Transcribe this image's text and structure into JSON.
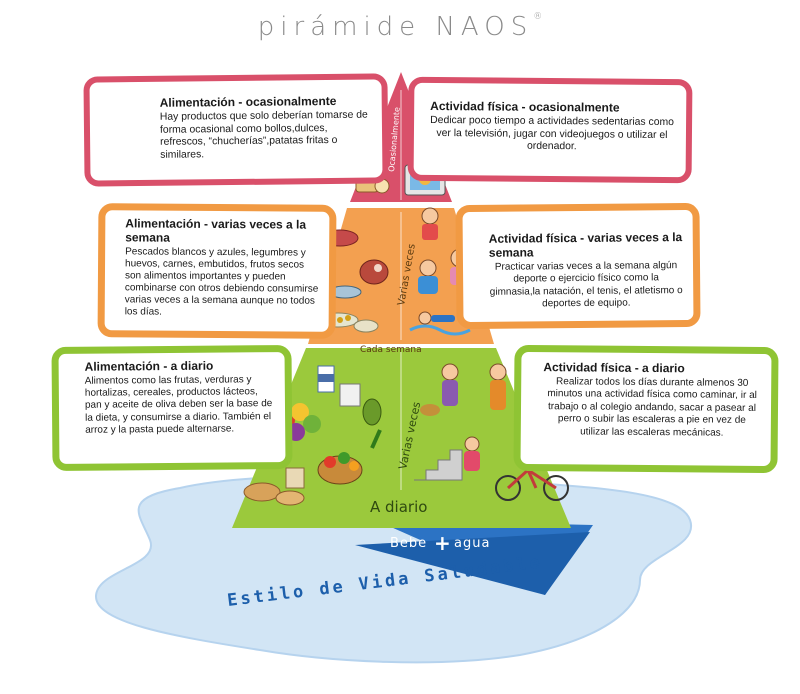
{
  "title": "pirámide NAOS",
  "title_mark": "®",
  "colors": {
    "pink": "#d9506a",
    "orange": "#f19a43",
    "green": "#8fc434",
    "water": "#2c73c4",
    "puddle": "#d2e5f5"
  },
  "sections": {
    "occasional": {
      "food_title": "Alimentación - ocasionalmente",
      "food_text": "Hay productos que solo deberían tomarse de forma ocasional como bollos,dulces, refrescos, “chucherías”,patatas fritas o similares.",
      "activity_title": "Actividad física - ocasionalmente",
      "activity_text": "Dedicar poco tiempo a actividades sedentarias como ver la televisión, jugar con videojuegos o utilizar el ordenador.",
      "tier_label": "Ocasionalmente"
    },
    "weekly": {
      "food_title": "Alimentación - varias veces a la semana",
      "food_text": "Pescados blancos y azules, legumbres y huevos, carnes, embutidos, frutos secos son alimentos importantes y pueden combinarse con otros debiendo consumirse varias veces a la semana aunque no todos los días.",
      "activity_title": "Actividad física - varias veces a la semana",
      "activity_text": "Practicar varias veces a la semana algún deporte o ejercicio físico como la gimnasia,la natación, el tenis, el atletismo o deportes de equipo.",
      "tier_label": "Varias veces",
      "base_label": "Cada semana"
    },
    "daily": {
      "food_title": "Alimentación - a diario",
      "food_text": "Alimentos como las frutas, verduras y hortalizas, cereales, productos lácteos, pan y aceite de oliva deben ser la base de la dieta, y consumirse a diario. También el arroz y la pasta puede alternarse.",
      "activity_title": "Actividad física - a diario",
      "activity_text": "Realizar todos los días durante almenos 30 minutos una actividad física como caminar, ir al trabajo o al colegio andando, sacar a pasear al perro o subir las escaleras a pie en vez de utilizar las escaleras mecánicas.",
      "tier_label": "Varias veces",
      "base_label": "A diario"
    }
  },
  "water": {
    "label_left": "Bebe",
    "plus": "+",
    "label_right": "agua"
  },
  "footer": "Estilo de Vida Saludable",
  "icons": [
    "snack-food-icon",
    "tv-icon",
    "fish-food-icon",
    "ham-icon",
    "swimmer-icon",
    "runner-icon",
    "milk-icon",
    "fruit-basket-icon",
    "bread-icon",
    "vegetables-icon",
    "dog-walker-icon",
    "stairs-icon",
    "cyclist-icon"
  ]
}
